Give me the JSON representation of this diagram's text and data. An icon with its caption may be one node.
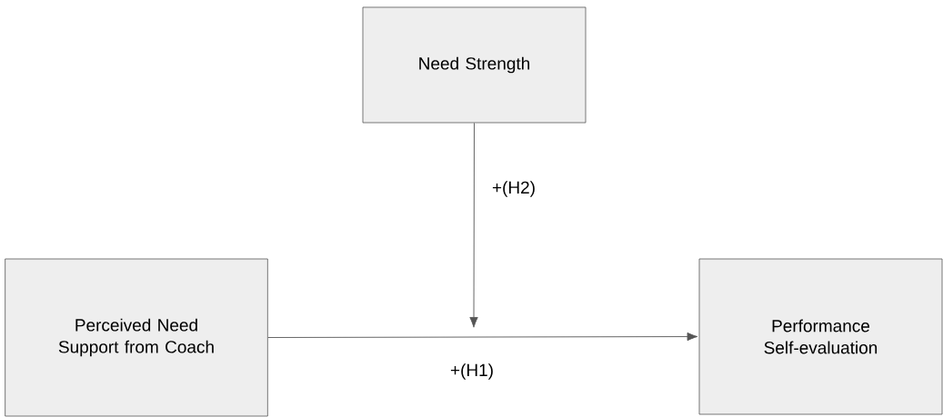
{
  "diagram": {
    "nodes": [
      {
        "text": [
          "Need Strength"
        ]
      },
      {
        "text": [
          "Perceived Need Support from Coach"
        ]
      },
      {
        "text": [
          "Performance Self-evaluation"
        ]
      }
    ],
    "edges": [
      {
        "from": 1,
        "to": 2,
        "arrow": "to",
        "label": "+(H1)"
      },
      {
        "from": 0,
        "to": null,
        "arrow": "to",
        "label": "+(H2)"
      }
    ]
  }
}
